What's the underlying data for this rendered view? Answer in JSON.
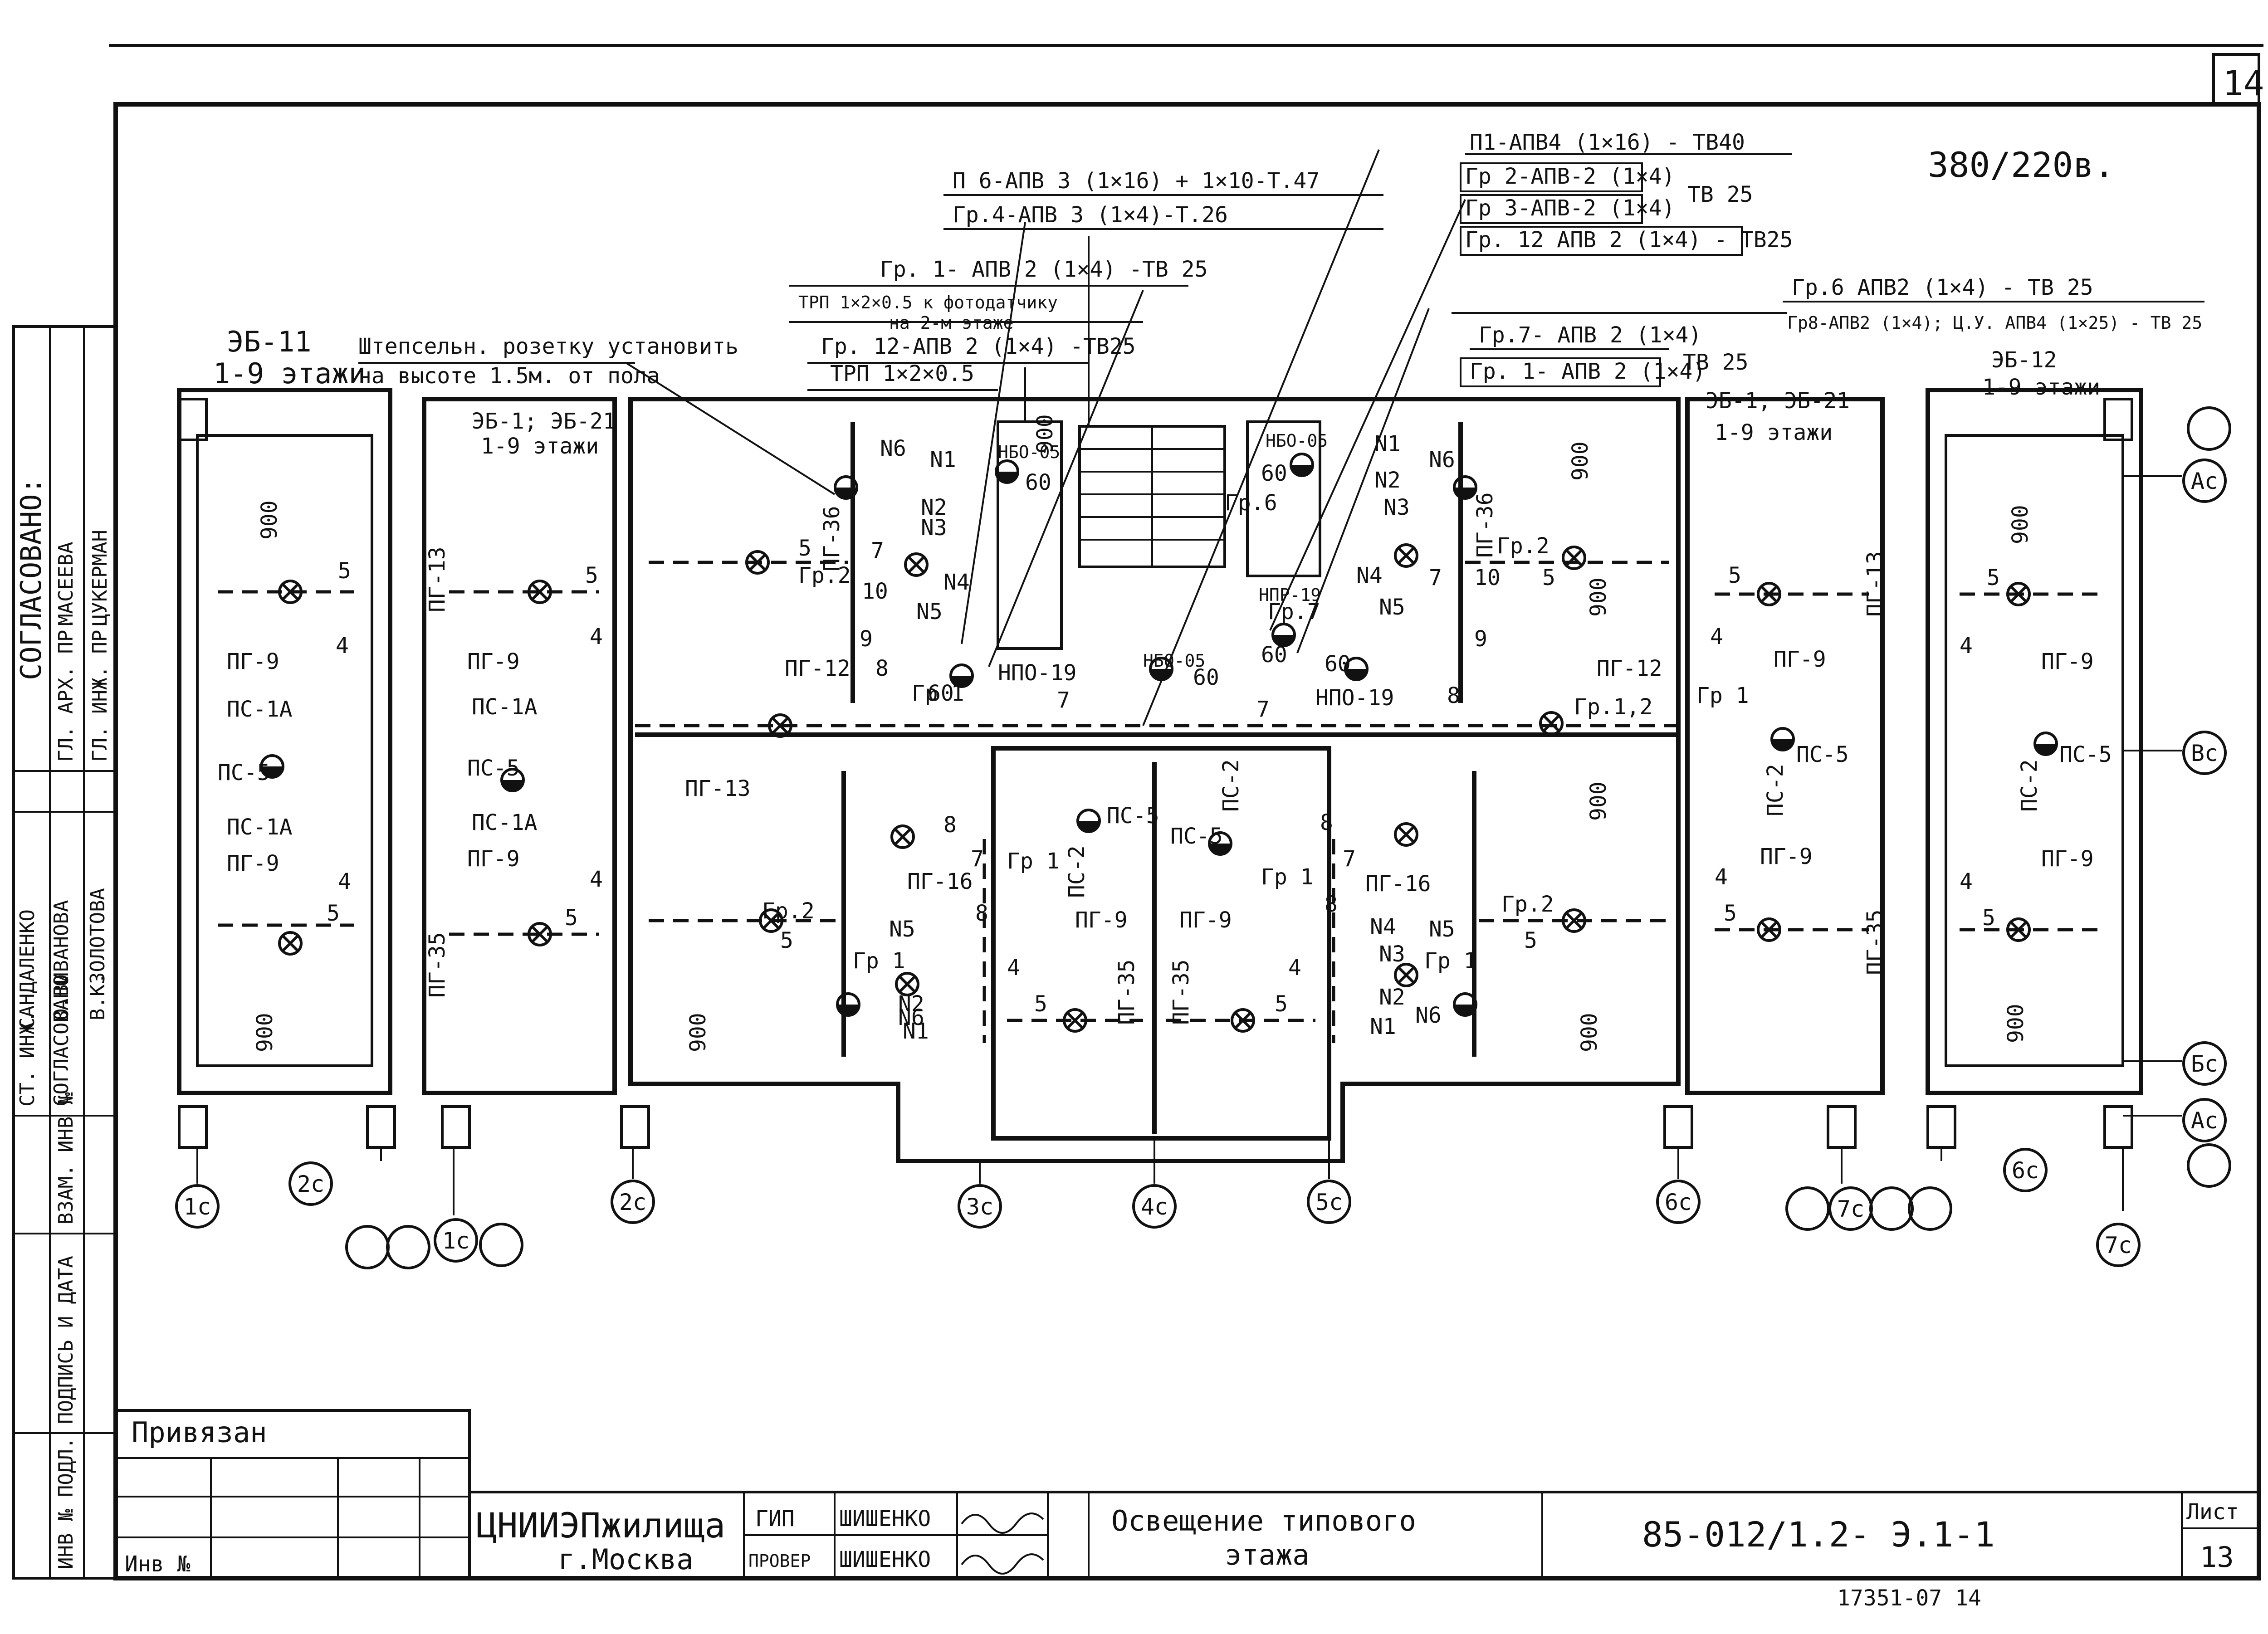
{
  "sheet": {
    "page_number": "14",
    "voltage": "380/220в.",
    "title_block": {
      "attached_label": "Привязан",
      "inv_label": "Инв №",
      "org_name": "ЦНИИЭПжилища",
      "org_city": "г.Москва",
      "roles": [
        "ГИП",
        "ПРОВЕР"
      ],
      "names": [
        "ШИШЕНКО",
        "ШИШЕНКО"
      ],
      "drawing_title_1": "Освещение типового",
      "drawing_title_2": "этажа",
      "code": "85-012/1.2- Э.1-1",
      "sheet_label": "Лист",
      "sheet_number": "13",
      "footer": "17351-07 14"
    },
    "side_stamp": {
      "heading": "СОГЛАСОВАНО:",
      "rows": [
        {
          "role": "ГЛ. АРХ. ПР.",
          "name": "МАСЕЕВА"
        },
        {
          "role": "ГЛ. ИНЖ. ПР.",
          "name": "ЦУКЕРМАН"
        },
        {
          "role": "СТ. ИНЖ.",
          "name": "САНДАЛЕНКО"
        },
        {
          "role": "СОГЛАСОВАНО",
          "name": ""
        },
        {
          "role": "О.В.",
          "name": "ИВАНОВА"
        },
        {
          "role": "В.К.",
          "name": "ЗОЛОТОВА"
        }
      ],
      "columns": [
        "ВЗАМ. ИНВ №",
        "ПОДПИСЬ И ДАТА",
        "ИНВ № ПОДЛ."
      ]
    }
  },
  "notes": {
    "n1": "П1-АПВ4 (1×16) - ТВ40",
    "n2a": "Гр 2-АПВ-2 (1×4)",
    "n2b": "Гр 3-АПВ-2 (1×4)",
    "n2c": "Гр. 12 АПВ 2 (1×4) - ТВ25",
    "n2_tb": "ТВ 25",
    "n3a": "П 6-АПВ 3 (1×16) + 1×10-Т.47",
    "n3b": "Гр.4-АПВ 3 (1×4)-Т.26",
    "n4a": "Гр. 1- АПВ 2 (1×4) -ТВ 25",
    "n4b": "ТРП 1×2×0.5 к фотодатчику",
    "n4c": "на 2-м этаже",
    "n4d": "Гр. 12-АПВ 2 (1×4) -ТВ25",
    "n4e": "ТРП 1×2×0.5",
    "n5a": "Гр.7- АПВ 2 (1×4)",
    "n5b": "Гр. 1- АПВ 2 (1×4)",
    "n5_tb": "ТВ 25",
    "n6a": "Гр.6 АПВ2 (1×4) - ТВ 25",
    "n6b": "Гр8-АПВ2 (1×4); Ц.У. АПВ4 (1×25) - ТВ 25",
    "socket_1": "Штепсельн. розетку установить",
    "socket_2": "на высоте 1.5м. от пола"
  },
  "sections": {
    "eb11": "ЭБ-11",
    "eb11_floors": "1-9 этажи",
    "eb1_left": "ЭБ-1; ЭБ-21",
    "eb1_left_floors": "1-9 этажи",
    "eb1_right": "ЭБ-1; ЭБ-21",
    "eb1_right_floors": "1-9 этажи",
    "eb12": "ЭБ-12",
    "eb12_floors": "1-9 этажи"
  },
  "axes_bottom": [
    "1с",
    "2с",
    "1с",
    "2с",
    "3с",
    "4с",
    "5с",
    "6с",
    "7с",
    "6с",
    "7с"
  ],
  "axes_right": [
    "Ас",
    "Вс",
    "Бс",
    "Ас"
  ],
  "equipment": {
    "nbo_left": "НБО-05",
    "nbo_right": "НБО-05",
    "nbo_mid": "НБО-05",
    "npo_left": "НПО-19",
    "npo_right": "НПО-19",
    "npr": "НПР-19",
    "lamp_60": "60",
    "dim_900": "900",
    "gr1": "Гр 1",
    "gr2": "Гр.2",
    "gr6": "Гр.6",
    "gr7": "Гр.7",
    "gr12": "Гр.1,2",
    "pg9": "ПГ-9",
    "pg13": "ПГ-13",
    "pg16": "ПГ-16",
    "pg35": "ПГ-35",
    "pg36": "ПГ-36",
    "pg12": "ПГ-12",
    "pc1a": "ПС-1А",
    "pc2": "ПС-2",
    "pc5": "ПС-5",
    "n_labels": [
      "N1",
      "N2",
      "N3",
      "N4",
      "N5",
      "N6"
    ],
    "num_4": "4",
    "num_5": "5",
    "num_7": "7",
    "num_8": "8",
    "num_9": "9",
    "num_10": "10"
  }
}
